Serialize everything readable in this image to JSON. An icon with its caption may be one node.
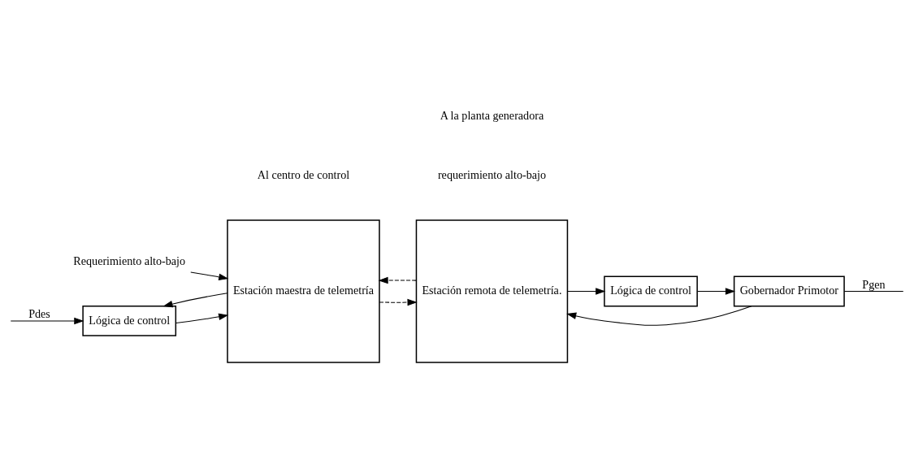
{
  "diagram": {
    "nodes": [
      {
        "text": [
          "Lógica de control"
        ]
      },
      {
        "text": [
          "Estación maestra de telemetría"
        ]
      },
      {
        "text": [
          "Estación remota de telemetría."
        ]
      },
      {
        "text": [
          "Lógica de control"
        ]
      },
      {
        "text": [
          "Gobernador Primotor"
        ]
      },
      {
        "text": [
          "Requerimiento alto-bajo"
        ]
      }
    ],
    "edges": [
      {
        "from": null,
        "to": 0,
        "arrow": "to",
        "label": "Pdes"
      },
      {
        "from": 0,
        "to": 1,
        "arrow": "to"
      },
      {
        "from": 5,
        "to": 1,
        "arrow": "to"
      },
      {
        "from": 1,
        "to": 2,
        "arrow": "to",
        "style": "dashed"
      },
      {
        "from": 2,
        "to": 3,
        "arrow": "to"
      },
      {
        "from": 3,
        "to": 4,
        "arrow": "to"
      },
      {
        "from": 4,
        "to": null,
        "arrow": "none",
        "label": "Pgen"
      },
      {
        "from": 4,
        "to": 2,
        "arrow": "to"
      },
      {
        "from": 2,
        "to": 1,
        "arrow": "to",
        "style": "dashed"
      },
      {
        "from": 1,
        "to": 0,
        "arrow": "to"
      }
    ],
    "labels": [
      "requerimiento alto-bajo",
      "Al centro de control",
      "A la planta generadora"
    ]
  }
}
